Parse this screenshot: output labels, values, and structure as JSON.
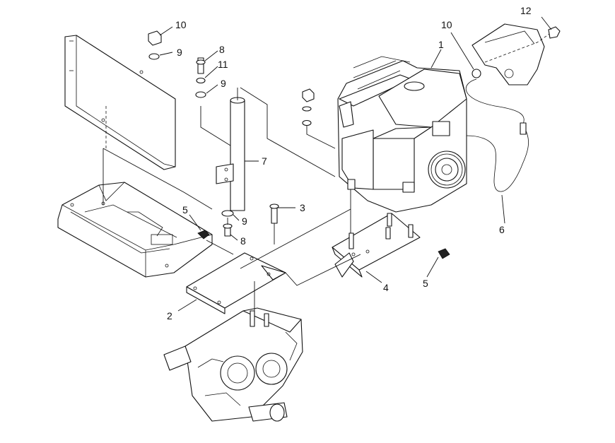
{
  "diagram": {
    "callouts": [
      {
        "id": "c10a",
        "text": "10"
      },
      {
        "id": "c9a",
        "text": "9"
      },
      {
        "id": "c8a",
        "text": "8"
      },
      {
        "id": "c11",
        "text": "11"
      },
      {
        "id": "c9b",
        "text": "9"
      },
      {
        "id": "c7",
        "text": "7"
      },
      {
        "id": "c9c",
        "text": "9"
      },
      {
        "id": "c8b",
        "text": "8"
      },
      {
        "id": "c5a",
        "text": "5"
      },
      {
        "id": "c3",
        "text": "3"
      },
      {
        "id": "c1",
        "text": "1"
      },
      {
        "id": "c10b",
        "text": "10"
      },
      {
        "id": "c12",
        "text": "12"
      },
      {
        "id": "c6",
        "text": "6"
      },
      {
        "id": "c4",
        "text": "4"
      },
      {
        "id": "c5b",
        "text": "5"
      },
      {
        "id": "c2",
        "text": "2"
      }
    ]
  }
}
